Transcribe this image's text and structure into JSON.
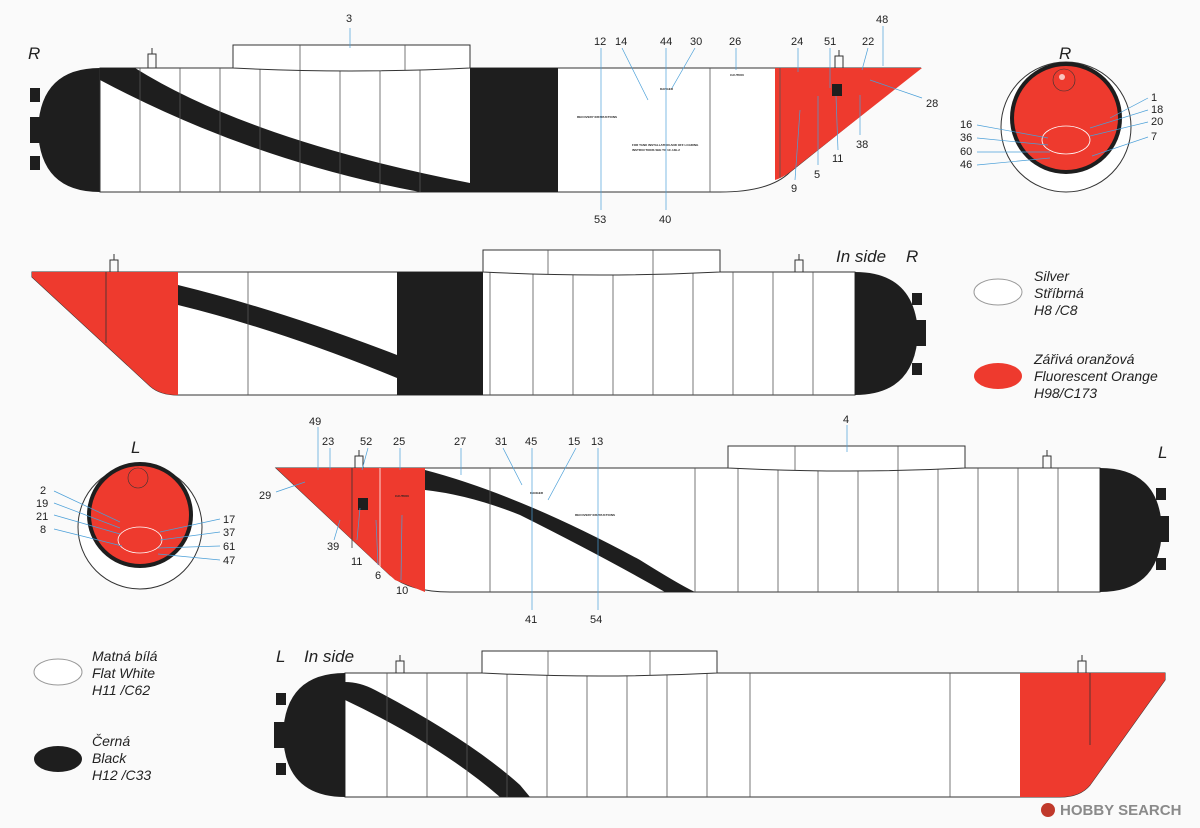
{
  "colors": {
    "silver": "#f4f4f4",
    "flat_white": "#ffffff",
    "black": "#1e1e1e",
    "orange": "#ee3a2e",
    "outline": "#333333",
    "leader": "#4a9fd8"
  },
  "views": {
    "top_right": {
      "side_label": "R"
    },
    "inside_right": {
      "in_side_text": "In side",
      "side_label": "R"
    },
    "front_right": {
      "side_label": "R"
    },
    "left": {
      "side_label": "L"
    },
    "front_left": {
      "side_label": "L"
    },
    "inside_left": {
      "side_label": "L",
      "in_side_text": "In side"
    }
  },
  "legend": [
    {
      "lines": [
        "Silver",
        "Stříbrná",
        "H8 /C8"
      ],
      "color_key": "silver"
    },
    {
      "lines": [
        "Zářivá oranžová",
        "Fluorescent Orange",
        "H98/C173"
      ],
      "color_key": "orange"
    },
    {
      "lines": [
        "Matná bílá",
        "Flat White",
        "H11 /C62"
      ],
      "color_key": "flat_white"
    },
    {
      "lines": [
        "Černá",
        "Black",
        "H12 /C33"
      ],
      "color_key": "black"
    }
  ],
  "callouts": {
    "top_right": [
      "3",
      "12",
      "14",
      "44",
      "30",
      "26",
      "24",
      "51",
      "22",
      "48",
      "28",
      "38",
      "11",
      "5",
      "9",
      "53",
      "40"
    ],
    "front_right": [
      "1",
      "18",
      "20",
      "7",
      "16",
      "36",
      "60",
      "46"
    ],
    "left": [
      "49",
      "23",
      "52",
      "25",
      "27",
      "31",
      "45",
      "15",
      "13",
      "4",
      "29",
      "39",
      "11",
      "6",
      "10",
      "41",
      "54"
    ],
    "front_left": [
      "2",
      "19",
      "21",
      "8",
      "17",
      "37",
      "61",
      "47"
    ]
  },
  "stencils": {
    "recovery": "RECOVERY INSTRUCTIONS",
    "tank_install": "FOR TANK INSTALLATION AND OFF LOADING",
    "tank_install_2": "INSTRUCTIONS SEE TO 1C-14E-2",
    "caution": "CAUTION",
    "danger": "DANGER"
  },
  "watermark": "HOBBY SEARCH"
}
